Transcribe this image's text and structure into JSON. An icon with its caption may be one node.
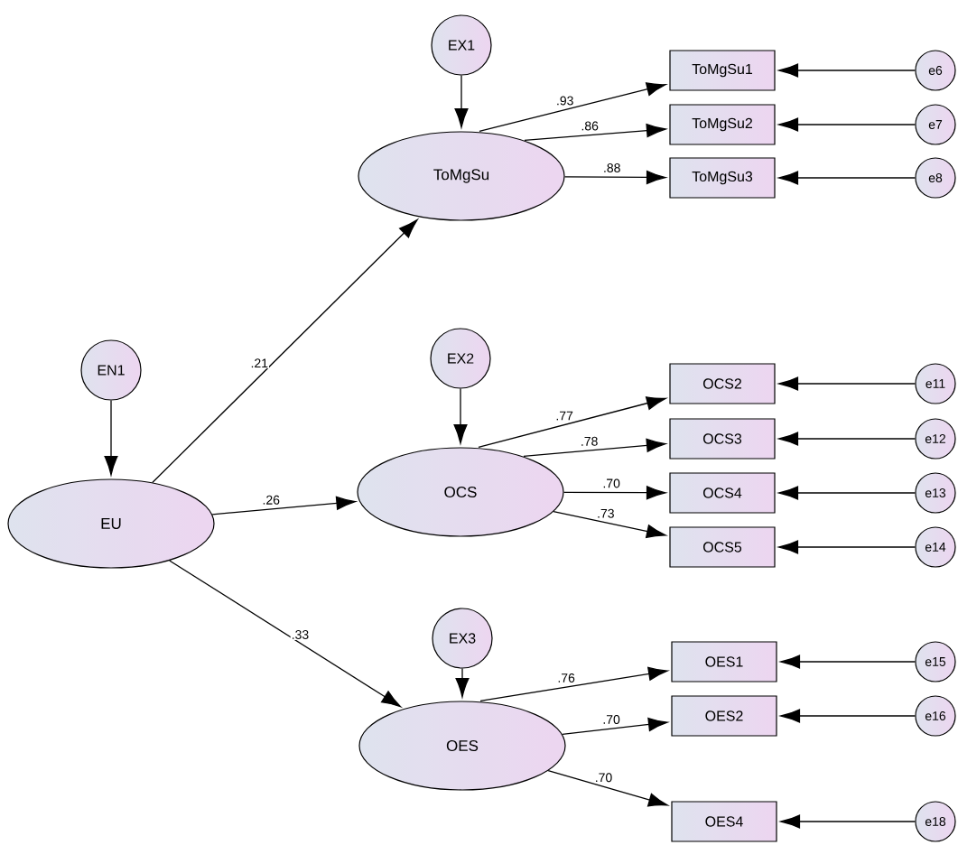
{
  "diagram": {
    "nodes": [
      {
        "text": [
          "EN1"
        ]
      },
      {
        "text": [
          "EU"
        ]
      },
      {
        "text": [
          "EX1"
        ]
      },
      {
        "text": [
          "ToMgSu"
        ]
      },
      {
        "text": [
          "ToMgSu1"
        ]
      },
      {
        "text": [
          "ToMgSu2"
        ]
      },
      {
        "text": [
          "ToMgSu3"
        ]
      },
      {
        "text": [
          "e6"
        ]
      },
      {
        "text": [
          "e7"
        ]
      },
      {
        "text": [
          "e8"
        ]
      },
      {
        "text": [
          "EX2"
        ]
      },
      {
        "text": [
          "OCS"
        ]
      },
      {
        "text": [
          "OCS2"
        ]
      },
      {
        "text": [
          "OCS3"
        ]
      },
      {
        "text": [
          "OCS4"
        ]
      },
      {
        "text": [
          "OCS5"
        ]
      },
      {
        "text": [
          "e11"
        ]
      },
      {
        "text": [
          "e12"
        ]
      },
      {
        "text": [
          "e13"
        ]
      },
      {
        "text": [
          "e14"
        ]
      },
      {
        "text": [
          "EX3"
        ]
      },
      {
        "text": [
          "OES"
        ]
      },
      {
        "text": [
          "OES1"
        ]
      },
      {
        "text": [
          "OES2"
        ]
      },
      {
        "text": [
          "OES4"
        ]
      },
      {
        "text": [
          "e15"
        ]
      },
      {
        "text": [
          "e16"
        ]
      },
      {
        "text": [
          "e18"
        ]
      }
    ],
    "edges": [
      {
        "from": 0,
        "to": 1,
        "arrow": "to"
      },
      {
        "from": 1,
        "to": 3,
        "arrow": "to",
        "label": ".21"
      },
      {
        "from": 1,
        "to": 11,
        "arrow": "to",
        "label": ".26"
      },
      {
        "from": 1,
        "to": 21,
        "arrow": "to",
        "label": ".33"
      },
      {
        "from": 2,
        "to": 3,
        "arrow": "to"
      },
      {
        "from": 3,
        "to": 4,
        "arrow": "to",
        "label": ".93"
      },
      {
        "from": 3,
        "to": 5,
        "arrow": "to",
        "label": ".86"
      },
      {
        "from": 3,
        "to": 6,
        "arrow": "to",
        "label": ".88"
      },
      {
        "from": 7,
        "to": 4,
        "arrow": "to"
      },
      {
        "from": 8,
        "to": 5,
        "arrow": "to"
      },
      {
        "from": 9,
        "to": 6,
        "arrow": "to"
      },
      {
        "from": 10,
        "to": 11,
        "arrow": "to"
      },
      {
        "from": 11,
        "to": 12,
        "arrow": "to",
        "label": ".77"
      },
      {
        "from": 11,
        "to": 13,
        "arrow": "to",
        "label": ".78"
      },
      {
        "from": 11,
        "to": 14,
        "arrow": "to",
        "label": ".70"
      },
      {
        "from": 11,
        "to": 15,
        "arrow": "to",
        "label": ".73"
      },
      {
        "from": 16,
        "to": 12,
        "arrow": "to"
      },
      {
        "from": 17,
        "to": 13,
        "arrow": "to"
      },
      {
        "from": 18,
        "to": 14,
        "arrow": "to"
      },
      {
        "from": 19,
        "to": 15,
        "arrow": "to"
      },
      {
        "from": 20,
        "to": 21,
        "arrow": "to"
      },
      {
        "from": 21,
        "to": 22,
        "arrow": "to",
        "label": ".76"
      },
      {
        "from": 21,
        "to": 23,
        "arrow": "to",
        "label": ".70"
      },
      {
        "from": 21,
        "to": 24,
        "arrow": "to",
        "label": ".70"
      },
      {
        "from": 25,
        "to": 22,
        "arrow": "to"
      },
      {
        "from": 26,
        "to": 23,
        "arrow": "to"
      },
      {
        "from": 27,
        "to": 24,
        "arrow": "to"
      }
    ]
  }
}
